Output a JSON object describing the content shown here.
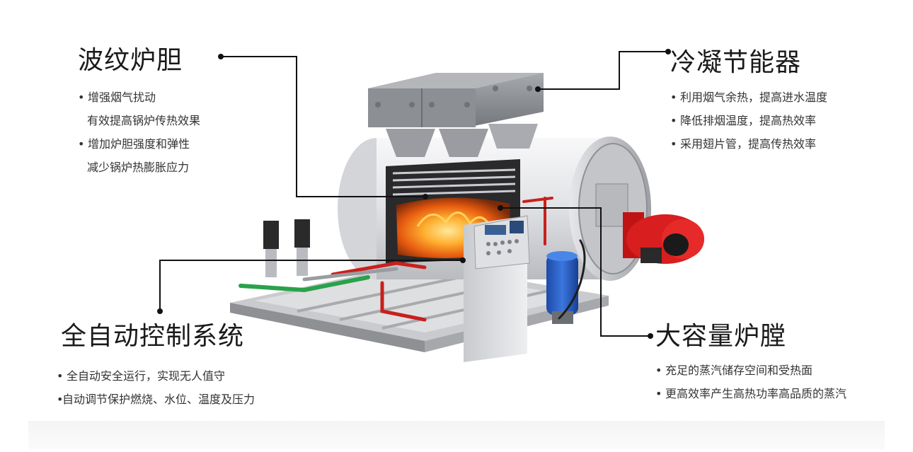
{
  "features": [
    {
      "id": "corrugated-furnace",
      "heading": "波纹炉胆",
      "lines": [
        {
          "bullet": "•",
          "text": "增强烟气扰动"
        },
        {
          "bullet": "",
          "text": "有效提高锅炉传热效果"
        },
        {
          "bullet": "•",
          "text": "增加炉胆强度和弹性"
        },
        {
          "bullet": "",
          "text": "减少锅炉热膨胀应力"
        }
      ]
    },
    {
      "id": "condensing-economizer",
      "heading": "冷凝节能器",
      "lines": [
        {
          "bullet": "•",
          "text": "利用烟气余热，提高进水温度"
        },
        {
          "bullet": "•",
          "text": "降低排烟温度，提高热效率"
        },
        {
          "bullet": "•",
          "text": "采用翅片管，提高传热效率"
        }
      ]
    },
    {
      "id": "auto-control-system",
      "heading": "全自动控制系统",
      "lines": [
        {
          "bullet": "•",
          "text": "全自动安全运行，实现无人值守"
        },
        {
          "bullet": "•",
          "text": "自动调节保护燃烧、水位、温度及压力"
        }
      ]
    },
    {
      "id": "large-furnace-chamber",
      "heading": "大容量炉膛",
      "lines": [
        {
          "bullet": "•",
          "text": "充足的蒸汽储存空间和受热面"
        },
        {
          "bullet": "•",
          "text": "更高效率产生高热功率高品质的蒸汽"
        }
      ]
    }
  ],
  "colors": {
    "heading": "#1a1a1a",
    "text": "#333333",
    "leader_line": "#111111",
    "boiler_shell": "#e9eaec",
    "economizer": "#8a8d92",
    "flame": "#f07a1a",
    "burner": "#d81e1e",
    "control_panel": "#d9dadc",
    "water_tank": "#2f63c8",
    "pipe_red": "#c8201d",
    "pipe_green": "#2aa24a",
    "base_frame": "#9a9ca0"
  },
  "icons": [
    "boiler-illustration",
    "burner-icon",
    "control-panel-screen-icon",
    "pump-icon"
  ]
}
